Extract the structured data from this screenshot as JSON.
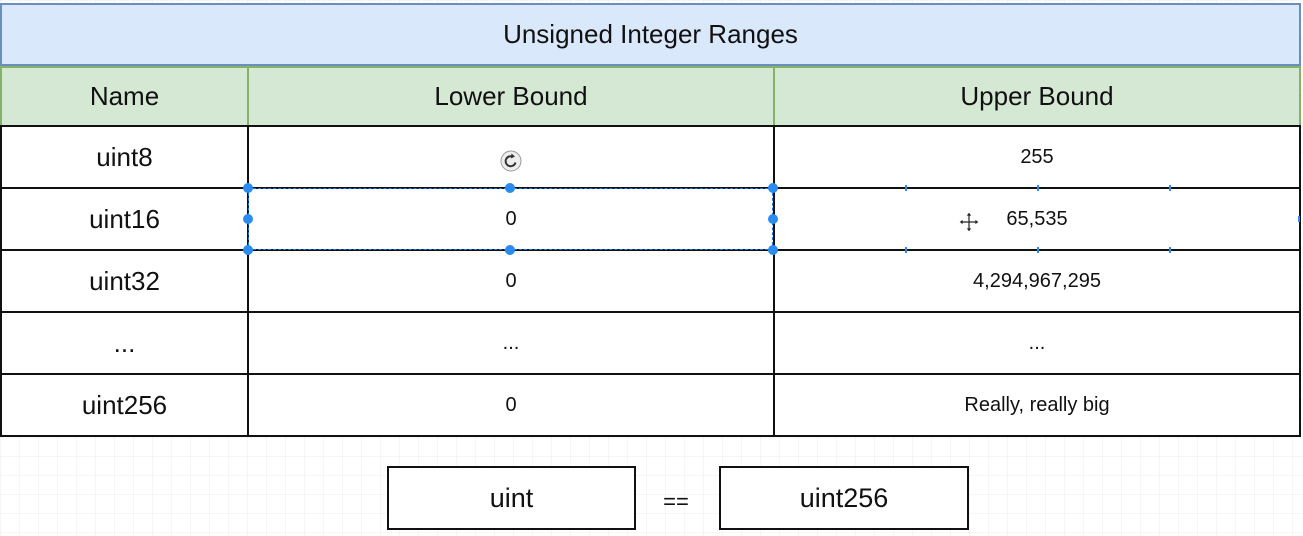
{
  "table": {
    "title": "Unsigned Integer Ranges",
    "headers": {
      "name": "Name",
      "lower": "Lower Bound",
      "upper": "Upper Bound"
    },
    "rows": [
      {
        "name": "uint8",
        "lower": "",
        "upper": "255"
      },
      {
        "name": "uint16",
        "lower": "0",
        "upper": "65,535"
      },
      {
        "name": "uint32",
        "lower": "0",
        "upper": "4,294,967,295"
      },
      {
        "name": "...",
        "lower": "...",
        "upper": "..."
      },
      {
        "name": "uint256",
        "lower": "0",
        "upper": "Really, really big"
      }
    ]
  },
  "equivalence": {
    "left": "uint",
    "operator": "==",
    "right": "uint256"
  },
  "icons": {
    "rotate": "rotate-handle-icon",
    "move": "move-cursor-icon"
  },
  "colors": {
    "title_fill": "#dae8fc",
    "title_border": "#6c8ebf",
    "header_fill": "#d5e8d4",
    "header_border": "#82b366",
    "selection": "#2b8cf0"
  }
}
